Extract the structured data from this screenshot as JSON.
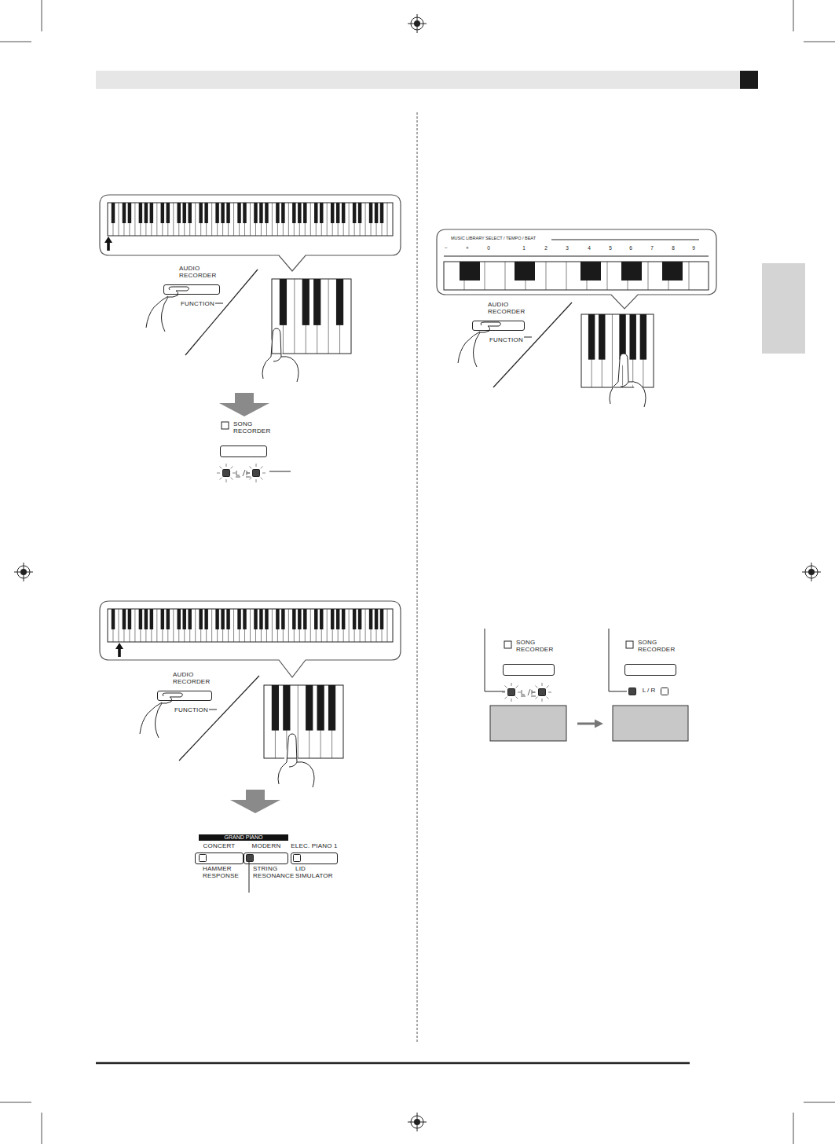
{
  "diagram": {
    "nodes": [
      {
        "text": [
          "AUDIO RECORDER",
          "FUNCTION"
        ]
      },
      {
        "text": [
          "SONG RECORDER"
        ]
      },
      {
        "text": [
          "AUDIO RECORDER",
          "FUNCTION"
        ]
      },
      {
        "text": [
          "CONCERT",
          "HAMMER RESPONSE"
        ]
      },
      {
        "text": [
          "MODERN",
          "STRING RESONANCE"
        ]
      },
      {
        "text": [
          "ELEC. PIANO 1",
          "LID SIMULATOR"
        ]
      },
      {
        "text": [
          "AUDIO RECORDER",
          "FUNCTION"
        ]
      },
      {
        "text": [
          "SONG RECORDER"
        ]
      },
      {
        "text": [
          "SONG RECORDER"
        ]
      }
    ],
    "labels": [
      "GRAND PIANO",
      "MUSIC LIBRARY SELECT / TEMPO / BEAT",
      "−",
      "+",
      "0",
      "1",
      "2",
      "3",
      "4",
      "5",
      "6",
      "7",
      "8",
      "9",
      "L / R"
    ]
  }
}
